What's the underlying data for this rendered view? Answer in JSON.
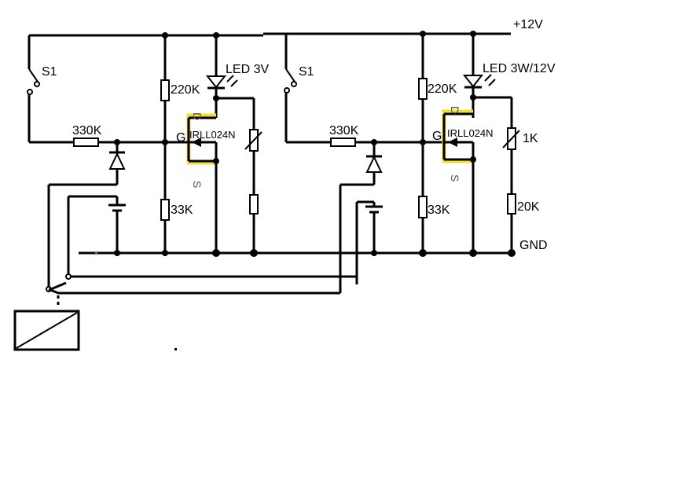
{
  "rails": {
    "vcc_label": "+12V",
    "gnd_label": "GND"
  },
  "left": {
    "switch_label": "S1",
    "r_base_label": "330K",
    "r_top_label": "220K",
    "r_bottom_label": "33K",
    "led_label": "LED 3V",
    "mosfet_label": "IRLL024N",
    "pin_g": "G",
    "pin_d": "D",
    "pin_s": "S"
  },
  "right": {
    "switch_label": "S1",
    "r_base_label": "330K",
    "r_top_label": "220K",
    "r_bottom_label": "33K",
    "led_label": "LED 3W/12V",
    "mosfet_label": "IRLL024N",
    "pin_g": "G",
    "pin_d": "D",
    "pin_s": "S",
    "pot_label": "1K",
    "r_series_label": "20K"
  },
  "colors": {
    "wire": "#000000",
    "mosfet_highlight": "#f0e030"
  }
}
